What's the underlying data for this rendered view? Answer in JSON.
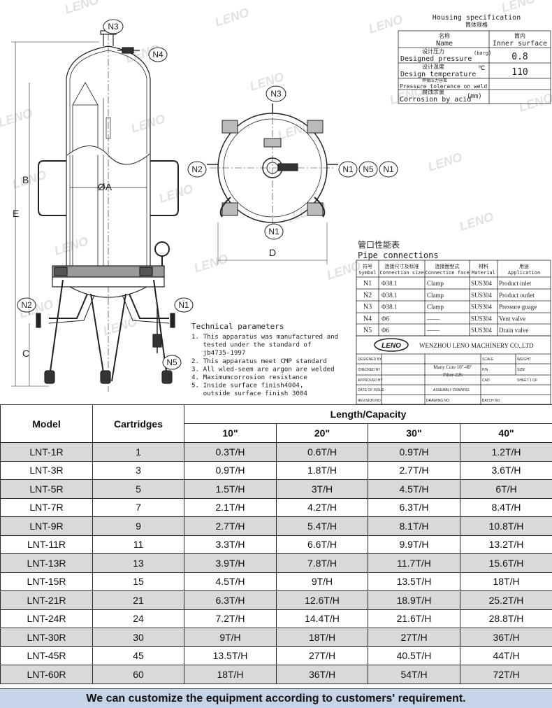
{
  "watermark": "LENO",
  "drawing": {
    "labels": {
      "n1": "N1",
      "n2": "N2",
      "n3": "N3",
      "n4": "N4",
      "n5": "N5",
      "dia_a": "ØA",
      "dim_b": "B",
      "dim_c": "C",
      "dim_d": "D",
      "dim_e": "E"
    }
  },
  "housing_spec": {
    "title_en": "Housing specification",
    "title_cn": "筒体规格",
    "rows": [
      {
        "cn": "名称",
        "en": "Name",
        "unit": "",
        "value_cn": "筒内",
        "value": "Inner surface"
      },
      {
        "cn": "设计压力",
        "en": "Designed pressure",
        "unit": "(barg)",
        "value": "0.8"
      },
      {
        "cn": "设计温度",
        "en": "Design temperature",
        "unit": "℃",
        "value": "110"
      },
      {
        "cn": "焊接压力容差",
        "en": "Pressure tolerance on weld",
        "unit": "",
        "value": ""
      },
      {
        "cn": "腐蚀余量",
        "en": "Corrosion by acid",
        "unit": "(mm)",
        "value": ""
      }
    ]
  },
  "pipe_connections": {
    "title_cn": "管口性能表",
    "title_en": "Pipe connections",
    "headers": [
      {
        "cn": "符号",
        "en": "Symbol"
      },
      {
        "cn": "连接尺寸及标准",
        "en": "Connection size"
      },
      {
        "cn": "连接面型式",
        "en": "Connection face"
      },
      {
        "cn": "材料",
        "en": "Material"
      },
      {
        "cn": "用途",
        "en": "Application"
      }
    ],
    "rows": [
      {
        "symbol": "N1",
        "size": "Φ38.1",
        "face": "Clamp",
        "material": "SUS304",
        "application": "Product inlet"
      },
      {
        "symbol": "N2",
        "size": "Φ38.1",
        "face": "Clamp",
        "material": "SUS304",
        "application": "Product outlet"
      },
      {
        "symbol": "N3",
        "size": "Φ38.1",
        "face": "Clamp",
        "material": "SUS304",
        "application": "Pressure guage"
      },
      {
        "symbol": "N4",
        "size": "Φ6",
        "face": "——",
        "material": "SUS304",
        "application": "Vent valve"
      },
      {
        "symbol": "N5",
        "size": "Φ6",
        "face": "——",
        "material": "SUS304",
        "application": "Drain valve"
      }
    ]
  },
  "title_block": {
    "company": "WENZHOU LENO MACHINERY CO.,LTD",
    "logo_text": "LENO",
    "designed_by": "DESIGNED BY",
    "checked_by": "CHECKED BY",
    "approved_by": "APPROVED BY",
    "date_of_issue": "DATE OF ISSUE",
    "revision_no": "REVISION NO.",
    "product_line1": "Many Core 10\"-40\"",
    "product_line2": "Filter-226",
    "scale": "SCALE",
    "weight": "WEIGHT",
    "p_no": "P/N",
    "cad": "CAD",
    "size": "SIZE",
    "sheet": "SHEET 1 OF",
    "assembly_drawing": "ASSEMBLY DRAWING",
    "drawing_no": "DRAWING NO.",
    "batch_no": "BATCH NO."
  },
  "technical": {
    "title": "Technical parameters",
    "lines": [
      "1. This apparatus was manufactured and",
      "   tested under the standard of",
      "   jb4735-1997",
      "2. This apparatus meet CMP standard",
      "3. All wled-seem are argon are welded",
      "4. Maximumcorrosion resistance",
      "5. Inside surface finish4004,",
      "   outside surface finish 3004"
    ]
  },
  "capacity_table": {
    "header_model": "Model",
    "header_cartridges": "Cartridges",
    "header_group": "Length/Capacity",
    "lengths": [
      "10\"",
      "20\"",
      "30\"",
      "40\""
    ],
    "rows": [
      {
        "model": "LNT-1R",
        "cartridges": "1",
        "c10": "0.3T/H",
        "c20": "0.6T/H",
        "c30": "0.9T/H",
        "c40": "1.2T/H"
      },
      {
        "model": "LNT-3R",
        "cartridges": "3",
        "c10": "0.9T/H",
        "c20": "1.8T/H",
        "c30": "2.7T/H",
        "c40": "3.6T/H"
      },
      {
        "model": "LNT-5R",
        "cartridges": "5",
        "c10": "1.5T/H",
        "c20": "3T/H",
        "c30": "4.5T/H",
        "c40": "6T/H"
      },
      {
        "model": "LNT-7R",
        "cartridges": "7",
        "c10": "2.1T/H",
        "c20": "4.2T/H",
        "c30": "6.3T/H",
        "c40": "8.4T/H"
      },
      {
        "model": "LNT-9R",
        "cartridges": "9",
        "c10": "2.7T/H",
        "c20": "5.4T/H",
        "c30": "8.1T/H",
        "c40": "10.8T/H"
      },
      {
        "model": "LNT-11R",
        "cartridges": "11",
        "c10": "3.3T/H",
        "c20": "6.6T/H",
        "c30": "9.9T/H",
        "c40": "13.2T/H"
      },
      {
        "model": "LNT-13R",
        "cartridges": "13",
        "c10": "3.9T/H",
        "c20": "7.8T/H",
        "c30": "11.7T/H",
        "c40": "15.6T/H"
      },
      {
        "model": "LNT-15R",
        "cartridges": "15",
        "c10": "4.5T/H",
        "c20": "9T/H",
        "c30": "13.5T/H",
        "c40": "18T/H"
      },
      {
        "model": "LNT-21R",
        "cartridges": "21",
        "c10": "6.3T/H",
        "c20": "12.6T/H",
        "c30": "18.9T/H",
        "c40": "25.2T/H"
      },
      {
        "model": "LNT-24R",
        "cartridges": "24",
        "c10": "7.2T/H",
        "c20": "14.4T/H",
        "c30": "21.6T/H",
        "c40": "28.8T/H"
      },
      {
        "model": "LNT-30R",
        "cartridges": "30",
        "c10": "9T/H",
        "c20": "18T/H",
        "c30": "27T/H",
        "c40": "36T/H"
      },
      {
        "model": "LNT-45R",
        "cartridges": "45",
        "c10": "13.5T/H",
        "c20": "27T/H",
        "c30": "40.5T/H",
        "c40": "44T/H"
      },
      {
        "model": "LNT-60R",
        "cartridges": "60",
        "c10": "18T/H",
        "c20": "36T/H",
        "c30": "54T/H",
        "c40": "72T/H"
      }
    ]
  },
  "footer_note": "We can customize the equipment according to customers' requirement."
}
